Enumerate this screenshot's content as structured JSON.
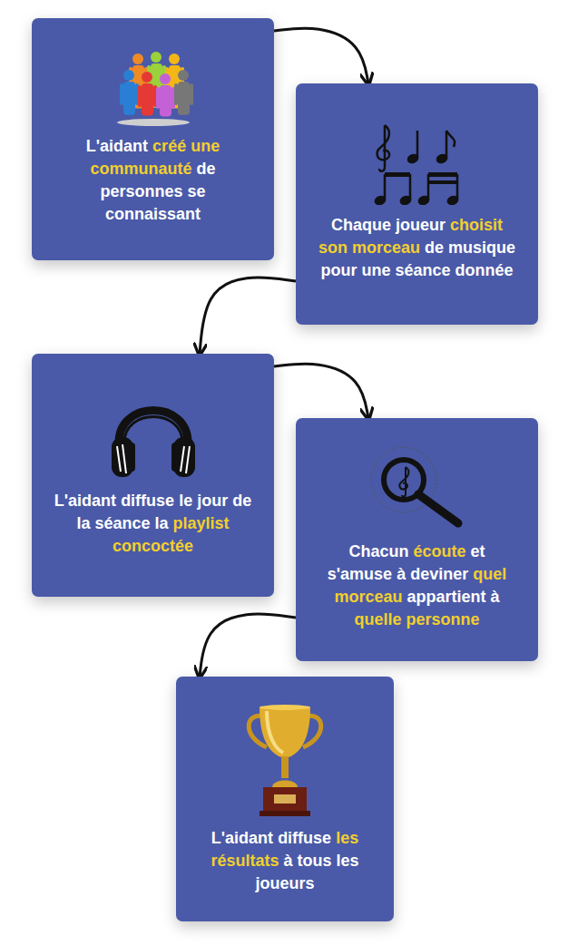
{
  "diagram": {
    "nodes": [
      {
        "text": [
          "L'aidant créé une communauté de personnes se connaissant"
        ]
      },
      {
        "text": [
          "Chaque joueur choisit son morceau de musique pour une séance donnée"
        ]
      },
      {
        "text": [
          "L'aidant diffuse le jour de la séance la playlist concoctée"
        ]
      },
      {
        "text": [
          "Chacun écoute et s'amuse à deviner quel morceau appartient à quelle personne"
        ]
      },
      {
        "text": [
          "L'aidant diffuse les résultats à tous les joueurs"
        ]
      }
    ],
    "edges": [
      {
        "from": 0,
        "to": 1,
        "arrow": "to"
      },
      {
        "from": 1,
        "to": 2,
        "arrow": "to"
      },
      {
        "from": 2,
        "to": 3,
        "arrow": "to"
      },
      {
        "from": 3,
        "to": 4,
        "arrow": "to"
      }
    ]
  }
}
